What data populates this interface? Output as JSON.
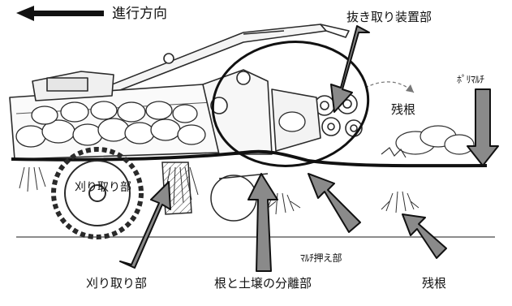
{
  "labels": {
    "direction": "進行方向",
    "extractor": "抜き取り装置部",
    "poly_mulch": "ﾎﾟﾘﾏﾙﾁ",
    "residual_root_upper": "残根",
    "cutting_inner": "刈り取り部",
    "cutting_outer": "刈り取り部",
    "mulch_press": "ﾏﾙﾁ押え部",
    "root_soil_separation": "根と土壌の分離部",
    "residual_root_lower": "残根"
  },
  "colors": {
    "ink": "#111111",
    "arrow_fill": "#8a8a8a",
    "arrow_stroke": "#111111",
    "sketch": "#2a2a2a",
    "fill_light": "#ffffff"
  },
  "icons": {
    "direction_arrow": "left-arrow-icon",
    "pointer_arrow": "thick-pointer-arrow-icon"
  }
}
